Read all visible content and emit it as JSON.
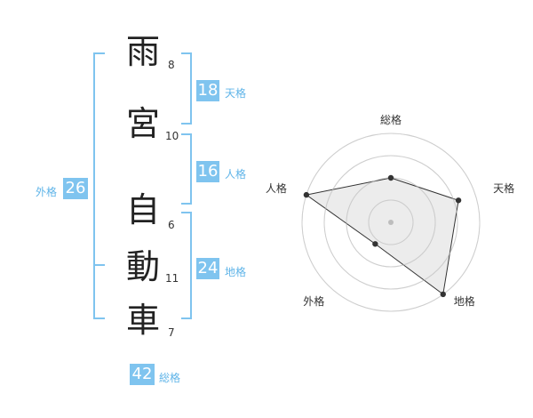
{
  "name": {
    "chars": [
      {
        "char": "雨",
        "strokes": "8"
      },
      {
        "char": "宮",
        "strokes": "10"
      },
      {
        "char": "自",
        "strokes": "6"
      },
      {
        "char": "動",
        "strokes": "11"
      },
      {
        "char": "車",
        "strokes": "7"
      }
    ]
  },
  "fortunes": {
    "tenkaku": {
      "value": "18",
      "label": "天格"
    },
    "jinkaku": {
      "value": "16",
      "label": "人格"
    },
    "chikaku": {
      "value": "24",
      "label": "地格"
    },
    "gaikaku": {
      "value": "26",
      "label": "外格"
    },
    "soukaku": {
      "value": "42",
      "label": "総格"
    }
  },
  "colors": {
    "accent": "#7fc4ef",
    "label": "#5fb4e8",
    "bracket": "#7fc4ef"
  },
  "chart_data": {
    "type": "radar",
    "axes": [
      "総格",
      "天格",
      "地格",
      "外格",
      "人格"
    ],
    "values": [
      0.5,
      0.8,
      1.0,
      0.3,
      1.0
    ],
    "rings": 4
  }
}
